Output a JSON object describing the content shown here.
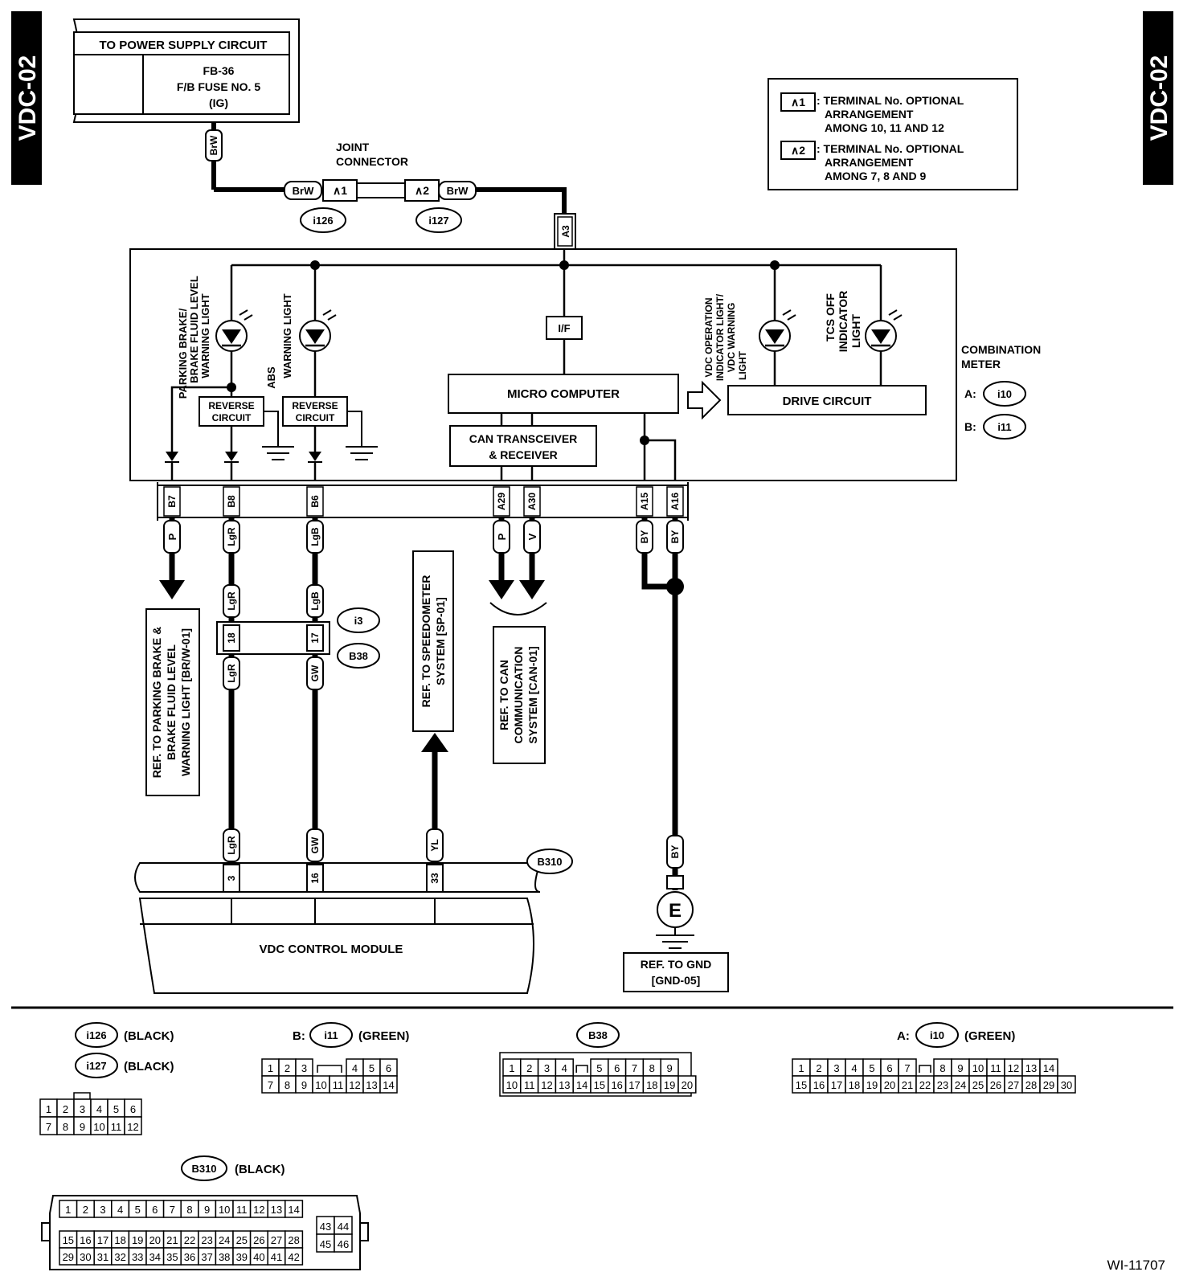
{
  "side_tab": "VDC-02",
  "power": {
    "title": "TO POWER SUPPLY CIRCUIT",
    "line1": "FB-36",
    "line2": "F/B FUSE NO. 5",
    "line3": "(IG)"
  },
  "joint_connector": {
    "line1": "JOINT",
    "line2": "CONNECTOR",
    "star1": "∧1",
    "star2": "∧2",
    "conn1": "i126",
    "conn2": "i127"
  },
  "legend": {
    "star1": "∧1",
    "star2": "∧2",
    "l1a": ": TERMINAL No. OPTIONAL",
    "l1b": "ARRANGEMENT",
    "l1c": "AMONG 10, 11 AND 12",
    "l2a": ": TERMINAL No. OPTIONAL",
    "l2b": "ARRANGEMENT",
    "l2c": "AMONG 7, 8 AND 9"
  },
  "meter": {
    "terminal_a3": "A3",
    "if_label": "I/F",
    "micro": "MICRO COMPUTER",
    "can1": "CAN TRANSCEIVER",
    "can2": "& RECEIVER",
    "drive": "DRIVE CIRCUIT",
    "reverse1": "REVERSE",
    "reverse2": "CIRCUIT",
    "parking1": "PARKING BRAKE/",
    "parking2": "BRAKE FLUID LEVEL",
    "parking3": "WARNING LIGHT",
    "abs1": "ABS",
    "abs2": "WARNING LIGHT",
    "vdc1": "VDC OPERATION",
    "vdc2": "INDICATOR LIGHT/",
    "vdc3": "VDC WARNING",
    "vdc4": "LIGHT",
    "tcs1": "TCS OFF",
    "tcs2": "INDICATOR",
    "tcs3": "LIGHT",
    "comb1": "COMBINATION",
    "comb2": "METER",
    "a_prefix": "A:",
    "b_prefix": "B:",
    "a_conn": "i10",
    "b_conn": "i11"
  },
  "terminals": [
    "B7",
    "B8",
    "B6",
    "A29",
    "A30",
    "A15",
    "A16"
  ],
  "wires": {
    "brw": "BrW",
    "p": "P",
    "lgr": "LgR",
    "lgb": "LgB",
    "gw": "GW",
    "v": "V",
    "by": "BY",
    "yl": "YL"
  },
  "i3": {
    "conn1": "i3",
    "conn2": "B38",
    "pin18": "18",
    "pin17": "17"
  },
  "refs": {
    "parking1": "REF. TO PARKING BRAKE &",
    "parking2": "BRAKE FLUID LEVEL",
    "parking3": "WARNING LIGHT [BR/W-01]",
    "speedo1": "REF. TO SPEEDOMETER",
    "speedo2": "SYSTEM [SP-01]",
    "can1": "REF. TO CAN",
    "can2": "COMMUNICATION",
    "can3": "SYSTEM [CAN-01]",
    "gnd1": "REF. TO GND",
    "gnd2": "[GND-05]",
    "earth": "E"
  },
  "vdc_module": {
    "label": "VDC CONTROL MODULE",
    "conn": "B310",
    "pins": [
      "3",
      "16",
      "33"
    ]
  },
  "connector_views": {
    "i126": "i126",
    "i127": "i127",
    "black": "(BLACK)",
    "green": "(GREEN)",
    "b_prefix": "B:",
    "a_prefix": "A:",
    "i11": "i11",
    "b38": "B38",
    "i10": "i10",
    "b310": "B310",
    "i126_rows": [
      [
        "1",
        "2",
        "3",
        "4",
        "5",
        "6"
      ],
      [
        "7",
        "8",
        "9",
        "10",
        "11",
        "12"
      ]
    ],
    "i11_rows": [
      [
        "1",
        "2",
        "3",
        "",
        "4",
        "5",
        "6"
      ],
      [
        "7",
        "8",
        "9",
        "10",
        "11",
        "12",
        "13",
        "14"
      ]
    ],
    "b38_rows": [
      [
        "1",
        "2",
        "3",
        "4",
        "",
        "5",
        "6",
        "7",
        "8",
        "9"
      ],
      [
        "10",
        "11",
        "12",
        "13",
        "14",
        "15",
        "16",
        "17",
        "18",
        "19",
        "20"
      ]
    ],
    "i10_rows": [
      [
        "1",
        "2",
        "3",
        "4",
        "5",
        "6",
        "7",
        "",
        "8",
        "9",
        "10",
        "11",
        "12",
        "13",
        "14"
      ],
      [
        "15",
        "16",
        "17",
        "18",
        "19",
        "20",
        "21",
        "22",
        "23",
        "24",
        "25",
        "26",
        "27",
        "28",
        "29",
        "30"
      ]
    ],
    "b310_row1": [
      "1",
      "2",
      "3",
      "4",
      "5",
      "6",
      "7",
      "8",
      "9",
      "10",
      "11",
      "12",
      "13",
      "14"
    ],
    "b310_row2": [
      "15",
      "16",
      "17",
      "18",
      "19",
      "20",
      "21",
      "22",
      "23",
      "24",
      "25",
      "26",
      "27",
      "28"
    ],
    "b310_row3": [
      "29",
      "30",
      "31",
      "32",
      "33",
      "34",
      "35",
      "36",
      "37",
      "38",
      "39",
      "40",
      "41",
      "42"
    ],
    "b310_side": [
      [
        "43",
        "44"
      ],
      [
        "45",
        "46"
      ]
    ]
  },
  "figure_id": "WI-11707"
}
